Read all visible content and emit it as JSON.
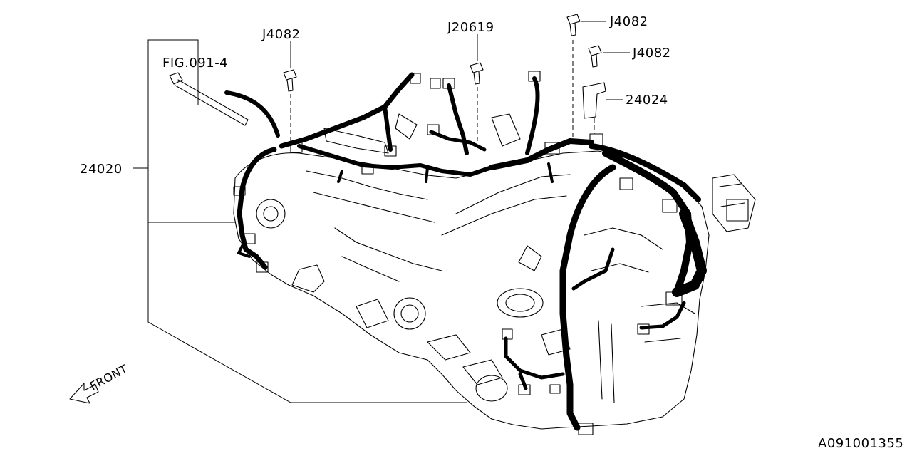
{
  "callouts": {
    "clip_ref": "FIG.091-4",
    "bolt_left": "J4082",
    "bolt_center": "J20619",
    "bolt_top_right": "J4082",
    "bolt_right": "J4082",
    "bracket": "24024",
    "harness": "24020"
  },
  "front_label": "FRONT",
  "diagram_id": "A091001355",
  "colors": {
    "ink": "#000000",
    "background": "#ffffff"
  }
}
